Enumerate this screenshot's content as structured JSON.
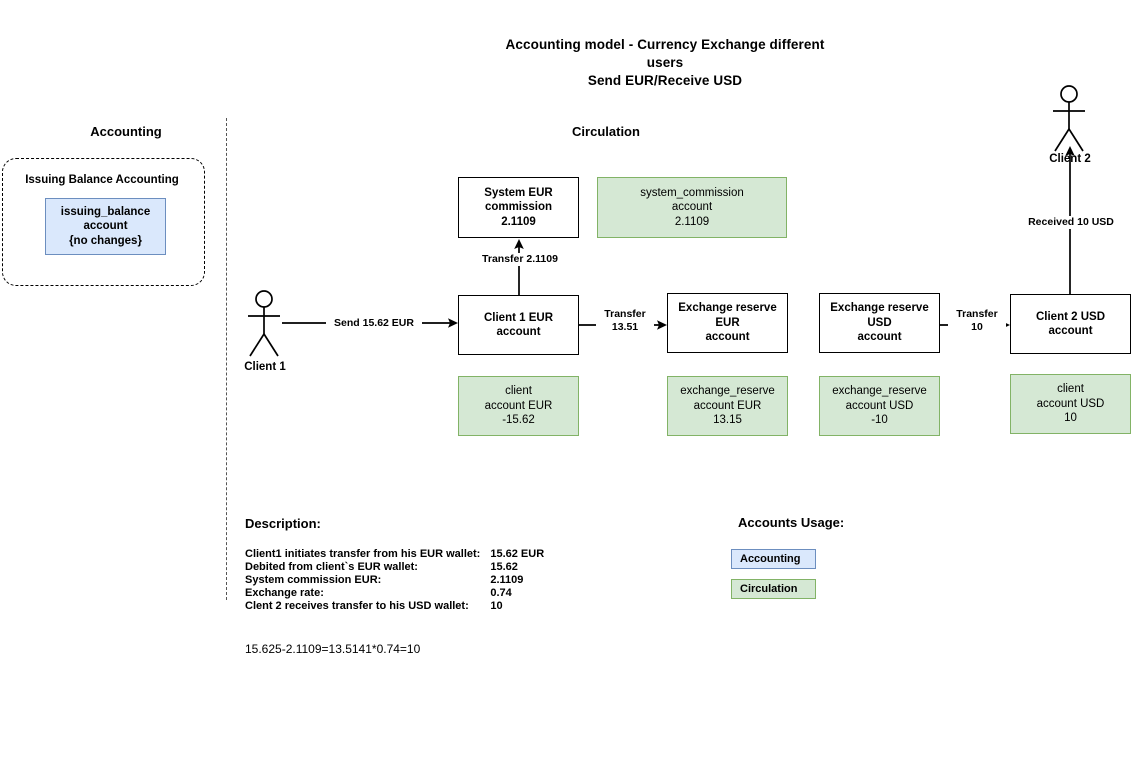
{
  "title": {
    "line1": "Accounting model - Currency Exchange different",
    "line2": "users",
    "line3": "Send EUR/Receive USD"
  },
  "swimlanes": {
    "left": "Accounting",
    "right": "Circulation"
  },
  "accounting_group": {
    "label": "Issuing Balance Accounting",
    "account_box": "issuing_balance\naccount\n{no changes}"
  },
  "actors": [
    {
      "name": "client-1",
      "label": "Client 1"
    },
    {
      "name": "client-2",
      "label": "Client 2"
    }
  ],
  "boxes": {
    "system_eur_commission": "System EUR\ncommission\n2.1109",
    "client1_eur_account": "Client 1 EUR\naccount",
    "exchange_reserve_eur": "Exchange reserve\nEUR\naccount",
    "exchange_reserve_usd": "Exchange reserve\nUSD\naccount",
    "client2_usd_account": "Client 2 USD\naccount"
  },
  "ledger_boxes": {
    "system_commission": "system_commission\naccount\n2.1109",
    "client_account_eur": "client\naccount EUR\n-15.62",
    "exchange_reserve_account_eur": "exchange_reserve\naccount EUR\n13.15",
    "exchange_reserve_account_usd": "exchange_reserve\naccount USD\n-10",
    "client_account_usd": "client\naccount USD\n10"
  },
  "edge_labels": {
    "send_eur": "Send 15.62 EUR",
    "transfer_commission": "Transfer 2.1109",
    "transfer_13_51": "Transfer\n13.51",
    "transfer_10": "Transfer\n10",
    "received_usd": "Received 10 USD"
  },
  "description": {
    "heading": "Description:",
    "rows": [
      {
        "label": "Client1 initiates transfer from his EUR wallet:",
        "value": "15.62 EUR"
      },
      {
        "label": "Debited from client`s EUR wallet:",
        "value": "15.62"
      },
      {
        "label": "System commission EUR:",
        "value": "2.1109"
      },
      {
        "label": "Exchange rate:",
        "value": "0.74"
      },
      {
        "label": "Clent 2 receives transfer to his USD wallet:",
        "value": "10"
      }
    ],
    "formula": "15.625-2.1109=13.5141*0.74=10"
  },
  "legend": {
    "heading": "Accounts Usage:",
    "items": [
      {
        "label": "Accounting",
        "fill": "#dae8fc",
        "stroke": "#6c8ebf"
      },
      {
        "label": "Circulation",
        "fill": "#d5e8d4",
        "stroke": "#82b366"
      }
    ]
  },
  "colors": {
    "accounting_fill": "#dae8fc",
    "accounting_stroke": "#6c8ebf",
    "circulation_fill": "#d5e8d4",
    "circulation_stroke": "#82b366",
    "line": "#000000"
  }
}
